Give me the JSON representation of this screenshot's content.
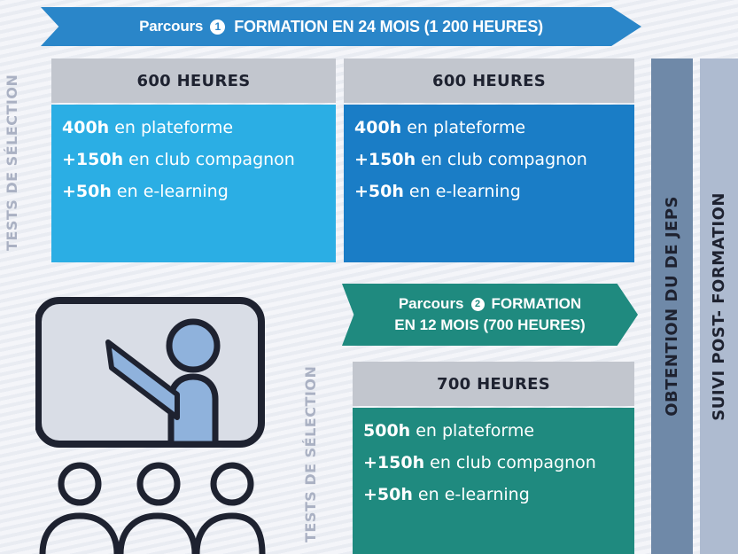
{
  "parcours1": {
    "prefix": "Parcours",
    "number": "1",
    "title": "FORMATION EN 24 MOIS (1 200 HEURES)",
    "tests_label": "TESTS DE SÉLECTION",
    "columns": [
      {
        "header": "600 HEURES",
        "lines": [
          {
            "prefix": "",
            "value": "400h",
            "text": " en plateforme"
          },
          {
            "prefix": "+",
            "value": "150h",
            "text": " en club compagnon"
          },
          {
            "prefix": "+",
            "value": "50h",
            "text": " en e-learning"
          }
        ]
      },
      {
        "header": "600 HEURES",
        "lines": [
          {
            "prefix": "",
            "value": "400h",
            "text": " en plateforme"
          },
          {
            "prefix": "+",
            "value": "150h",
            "text": " en club compagnon"
          },
          {
            "prefix": "+",
            "value": "50h",
            "text": " en e-learning"
          }
        ]
      }
    ]
  },
  "parcours2": {
    "prefix": "Parcours",
    "number": "2",
    "title_line1": "FORMATION",
    "title_line2": "EN 12 MOIS (700 HEURES)",
    "tests_label": "TESTS DE SÉLECTION",
    "header": "700 HEURES",
    "lines": [
      {
        "prefix": "",
        "value": "500h",
        "text": " en plateforme"
      },
      {
        "prefix": "+",
        "value": "150h",
        "text": " en club compagnon"
      },
      {
        "prefix": "+",
        "value": "50h",
        "text": " en e-learning"
      }
    ]
  },
  "sidebars": {
    "obtention": "OBTENTION DU DE JEPS",
    "suivi": "SUIVI POST- FORMATION"
  },
  "icons": {
    "illustration": "classroom-presentation-icon"
  },
  "colors": {
    "blue_light": "#2baee4",
    "blue_dark": "#1a7dc6",
    "teal": "#1f8a7f",
    "banner_blue": "#2a86c9",
    "sidebar_dark": "#6f89a8",
    "sidebar_light": "#aebbd0",
    "header_gray": "#c2c6ce"
  }
}
